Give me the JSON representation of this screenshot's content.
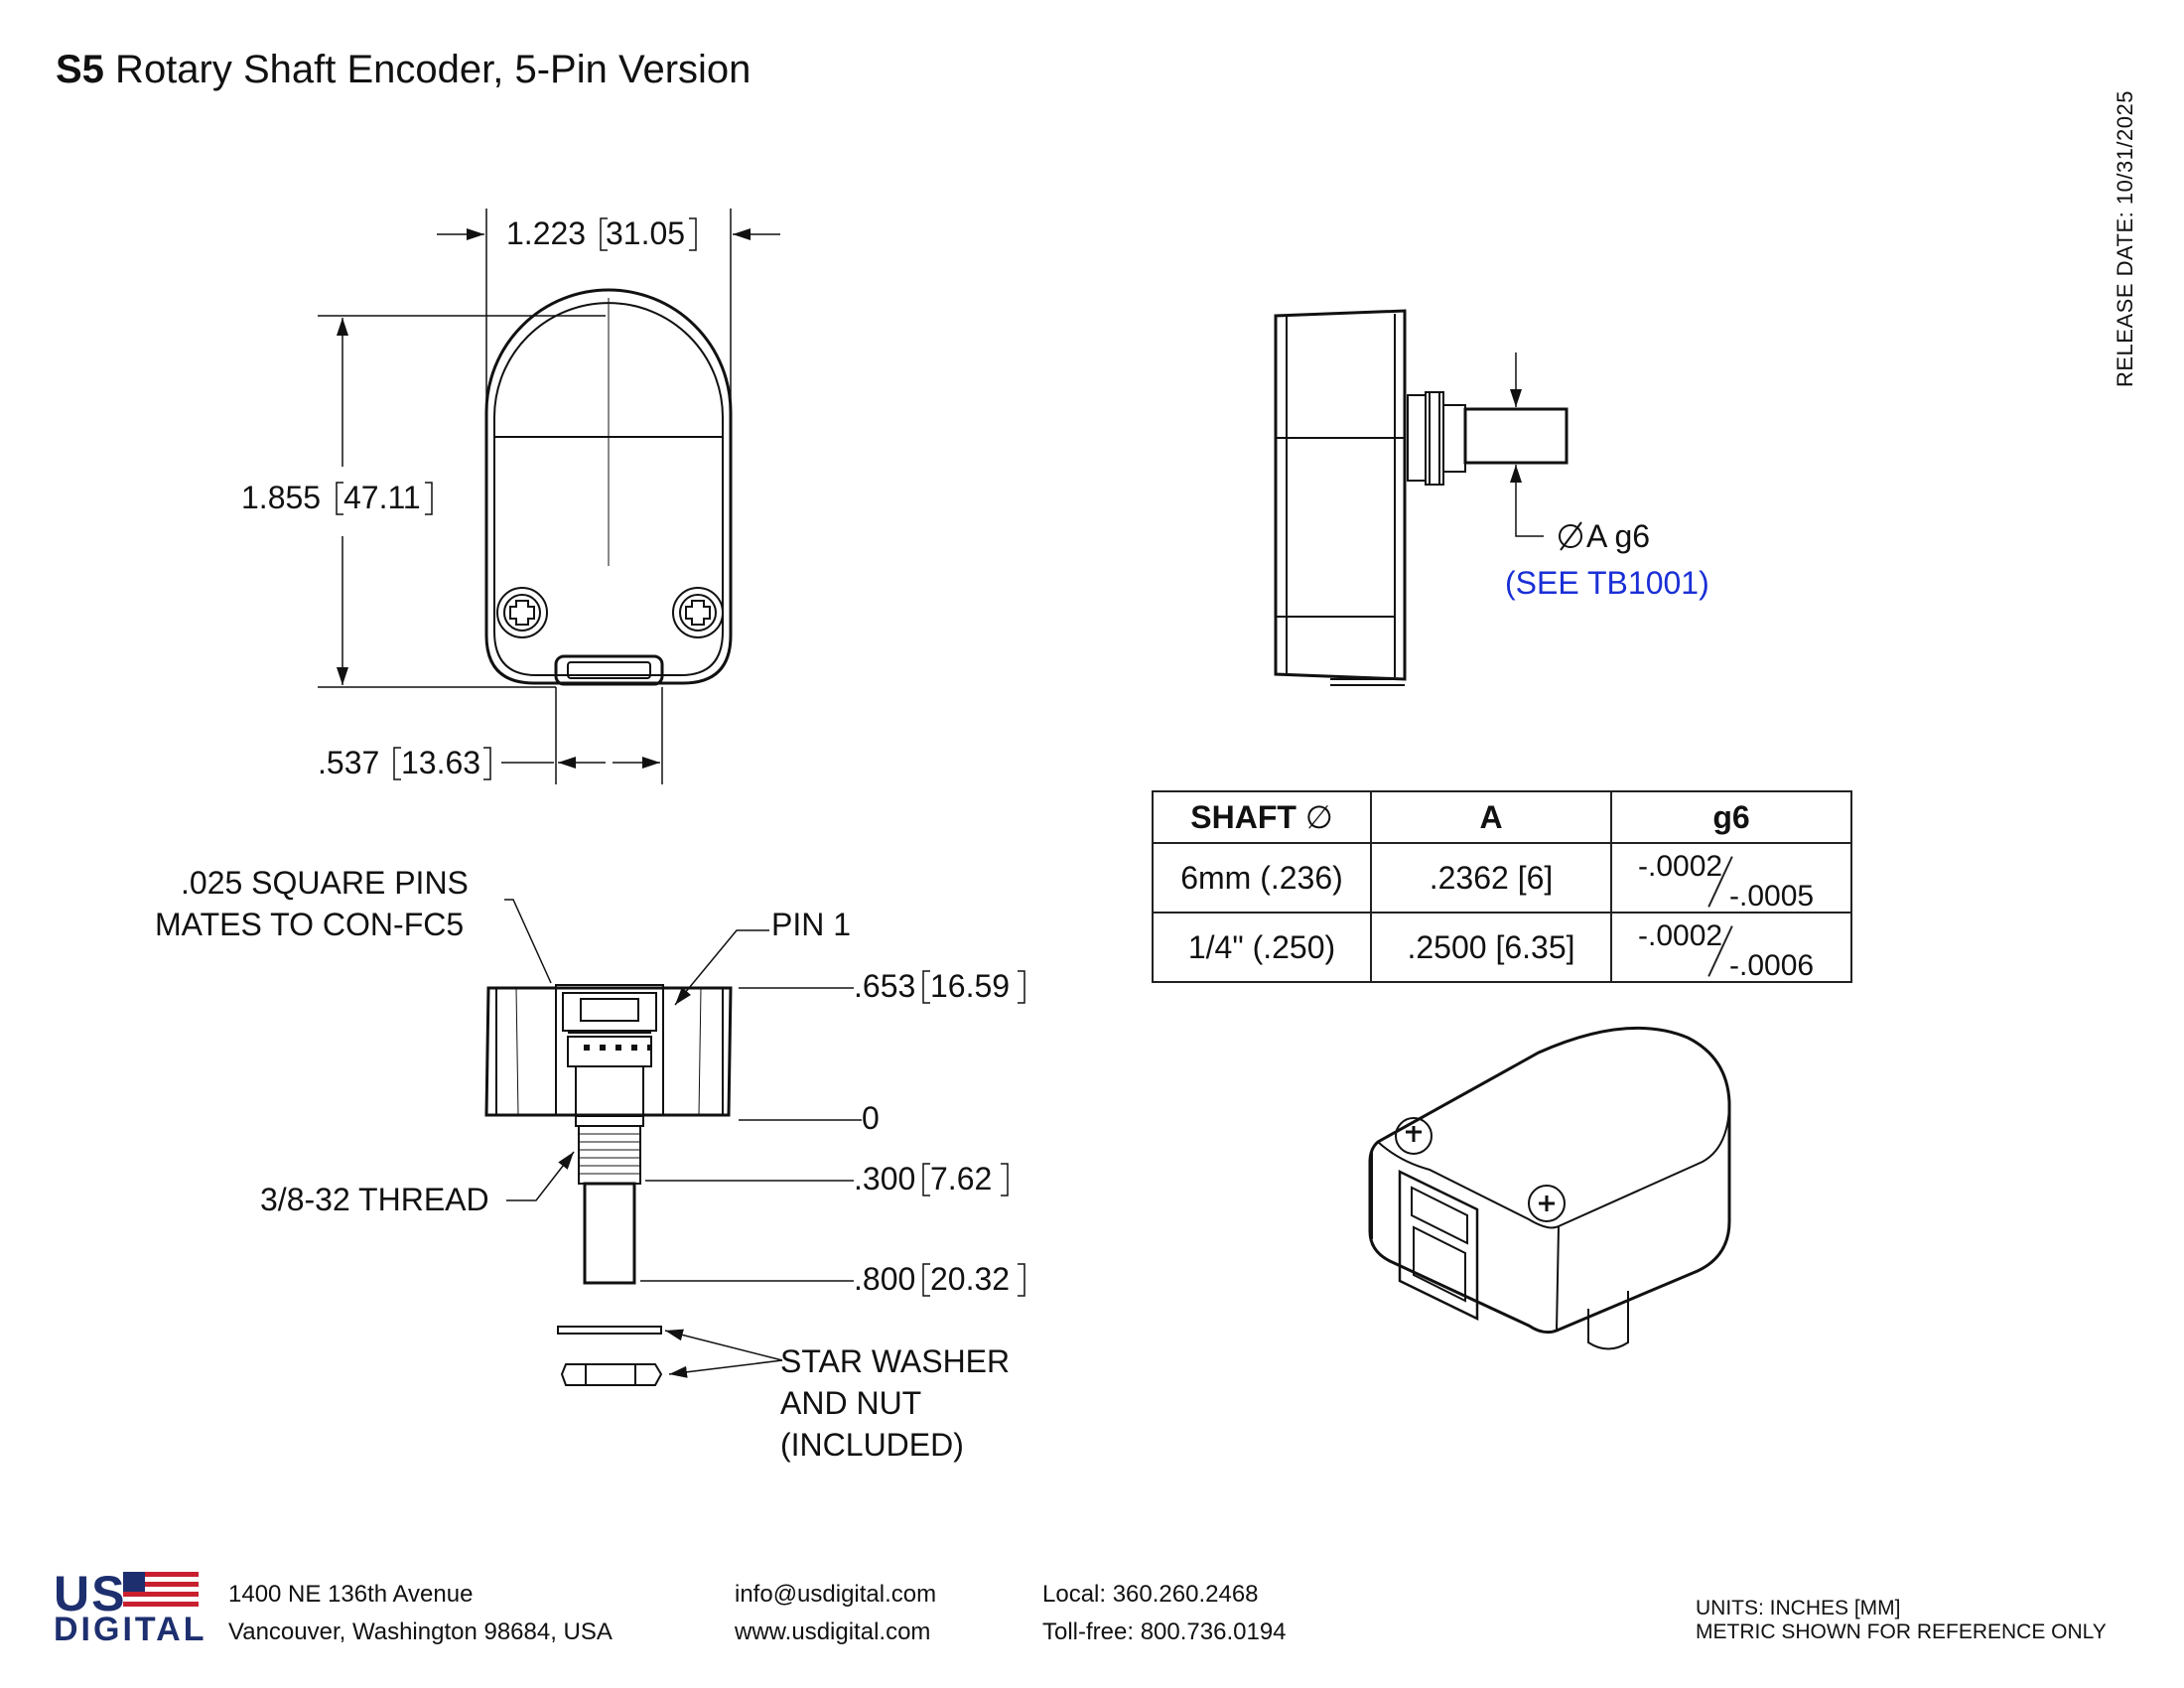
{
  "title": {
    "bold": "S5",
    "rest": " Rotary Shaft Encoder, 5-Pin Version"
  },
  "release_date": "RELEASE DATE: 10/31/2025",
  "dimensions": {
    "width_in": "1.223",
    "width_mm": "31.05",
    "height_in": "1.855",
    "height_mm": "47.11",
    "conn_in": ".537",
    "conn_mm": "13.63",
    "d653_in": ".653",
    "d653_mm": "16.59",
    "zero": "0",
    "d300_in": ".300",
    "d300_mm": "7.62",
    "d800_in": ".800",
    "d800_mm": "20.32"
  },
  "callouts": {
    "pins_line1": ".025 SQUARE PINS",
    "pins_line2": "MATES TO CON-FC5",
    "pin1": "PIN 1",
    "thread": "3/8-32 THREAD",
    "washer_line1": "STAR WASHER",
    "washer_line2": "AND NUT",
    "washer_line3": "(INCLUDED)",
    "shaft_dia": "A g6",
    "see_tb": "(SEE TB1001)"
  },
  "table": {
    "headers": [
      "SHAFT",
      "A",
      "g6"
    ],
    "rows": [
      {
        "shaft": "6mm (.236)",
        "a": ".2362 [6]",
        "tol_upper": "-.0002",
        "tol_lower": "-.0005"
      },
      {
        "shaft": "1/4\" (.250)",
        "a": ".2500 [6.35]",
        "tol_upper": "-.0002",
        "tol_lower": "-.0006"
      }
    ]
  },
  "footer": {
    "logo_top": "US",
    "logo_bottom": "DIGITAL",
    "address1": "1400 NE 136th Avenue",
    "address2": "Vancouver, Washington 98684, USA",
    "email": "info@usdigital.com",
    "web": "www.usdigital.com",
    "local": "Local: 360.260.2468",
    "tollfree": "Toll-free: 800.736.0194",
    "units1": "UNITS: INCHES [MM]",
    "units2": "METRIC SHOWN FOR REFERENCE ONLY"
  },
  "colors": {
    "link": "#1a2fd6",
    "logo_blue": "#1d2f6f",
    "logo_red": "#c8202f"
  }
}
